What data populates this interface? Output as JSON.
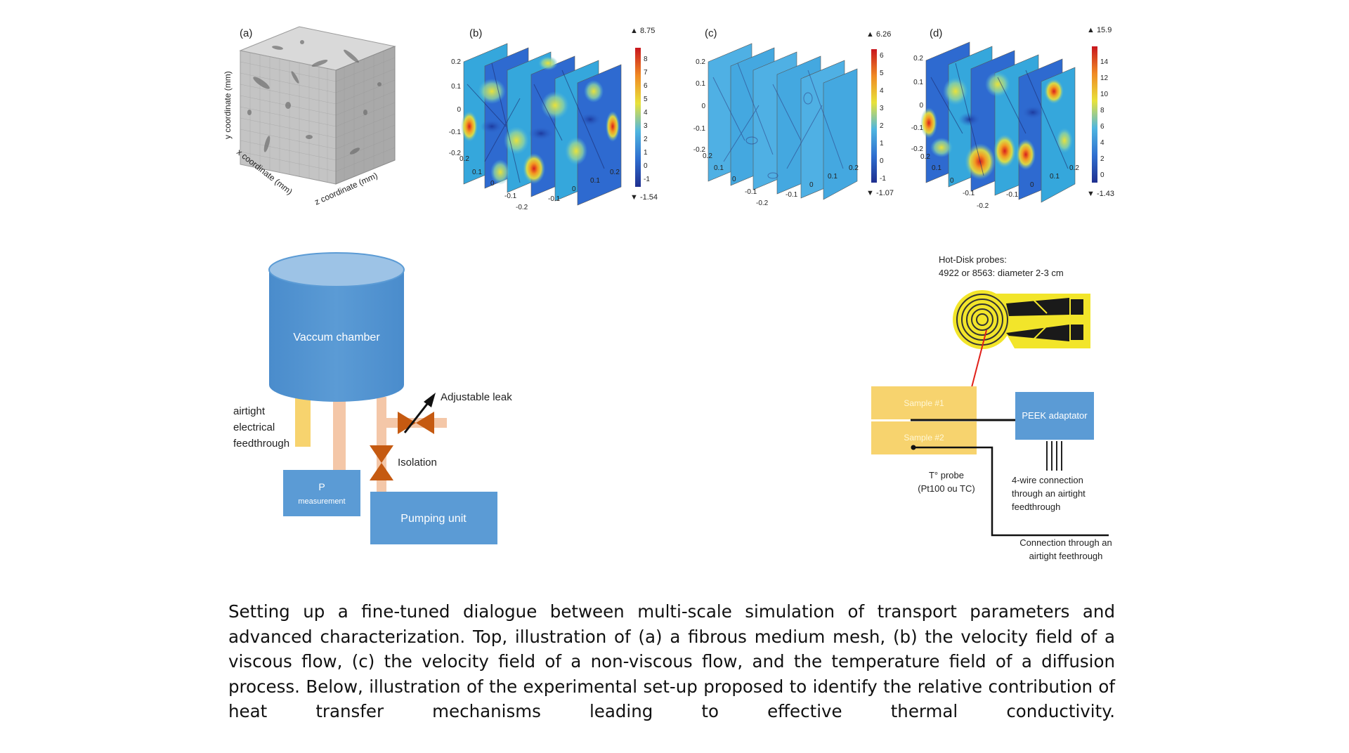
{
  "panels": {
    "a": {
      "label": "(a)",
      "ylabel": "y coordinate (mm)",
      "xlabel": "x coordinate (mm)",
      "zlabel": "z coordinate (mm)"
    },
    "b": {
      "label": "(b)",
      "max_label": "▲ 8.75",
      "min_label": "▼ -1.54",
      "colorbar_ticks": [
        "8",
        "7",
        "6",
        "5",
        "4",
        "3",
        "2",
        "1",
        "0",
        "-1"
      ],
      "y_ticks": [
        "0.2",
        "0.1",
        "0",
        "-0.1",
        "-0.2"
      ],
      "bottom_ticks": [
        "0.2",
        "0.1",
        "0",
        "-0.1",
        "-0.2"
      ],
      "right_ticks": [
        "0.2",
        "0.1",
        "0",
        "-0.1"
      ]
    },
    "c": {
      "label": "(c)",
      "max_label": "▲ 6.26",
      "min_label": "▼ -1.07",
      "colorbar_ticks": [
        "6",
        "5",
        "4",
        "3",
        "2",
        "1",
        "0",
        "-1"
      ],
      "y_ticks": [
        "0.2",
        "0.1",
        "0",
        "-0.1",
        "-0.2"
      ],
      "bottom_ticks": [
        "0.2",
        "0.1",
        "0",
        "-0.1",
        "-0.2"
      ],
      "right_ticks": [
        "0.2",
        "0.1",
        "0",
        "-0.1"
      ]
    },
    "d": {
      "label": "(d)",
      "max_label": "▲ 15.9",
      "min_label": "▼ -1.43",
      "colorbar_ticks": [
        "14",
        "12",
        "10",
        "8",
        "6",
        "4",
        "2",
        "0"
      ],
      "y_ticks": [
        "0.2",
        "0.1",
        "0",
        "-0.1",
        "-0.2"
      ],
      "bottom_ticks": [
        "0.2",
        "0.1",
        "0",
        "-0.1",
        "-0.2"
      ],
      "right_ticks": [
        "0.2",
        "0.1",
        "0",
        "-0.1"
      ]
    }
  },
  "setup": {
    "vacuum_chamber": "Vaccum chamber",
    "feedthrough_line1": "airtight",
    "feedthrough_line2": "electrical",
    "feedthrough_line3": "feedthrough",
    "adjustable_leak": "Adjustable leak",
    "isolation": "Isolation",
    "p_label": "P",
    "measurement_label": "measurement",
    "pumping_unit": "Pumping unit"
  },
  "hotdisk": {
    "probes_line1": "Hot-Disk probes:",
    "probes_line2": "4922 or 8563: diameter  2-3 cm",
    "sample1": "Sample #1",
    "sample2": "Sample #2",
    "peek": "PEEK adaptator",
    "tprobe_line1": "T° probe",
    "tprobe_line2": "(Pt100 ou TC)",
    "fourwire_line1": "4-wire connection",
    "fourwire_line2": "through an airtight",
    "fourwire_line3": "feedthrough",
    "conn_line1": "Connection through an",
    "conn_line2": "airtight feethrough"
  },
  "caption": "Setting up a fine-tuned dialogue between multi-scale simulation of transport parameters and advanced characterization. Top, illustration of (a) a fibrous medium mesh, (b) the velocity field of a viscous flow, (c) the velocity field of a non-viscous flow, and the temperature field of a diffusion process. Below, illustration of the experimental set-up proposed to identify the relative contribution of heat transfer mechanisms leading to effective thermal conductivity.",
  "colors": {
    "chamber": "#5b9bd5",
    "chamber_top": "#9dc3e6",
    "pipe": "#f4c7a8",
    "feedthrough": "#f7d36e",
    "valve": "#c55a11",
    "sample": "#f7d36e",
    "probe_yellow": "#f2e52a",
    "arrow_red": "#e0201a",
    "field_blue": "#2e5fb8",
    "field_cyan": "#35a7dc"
  }
}
